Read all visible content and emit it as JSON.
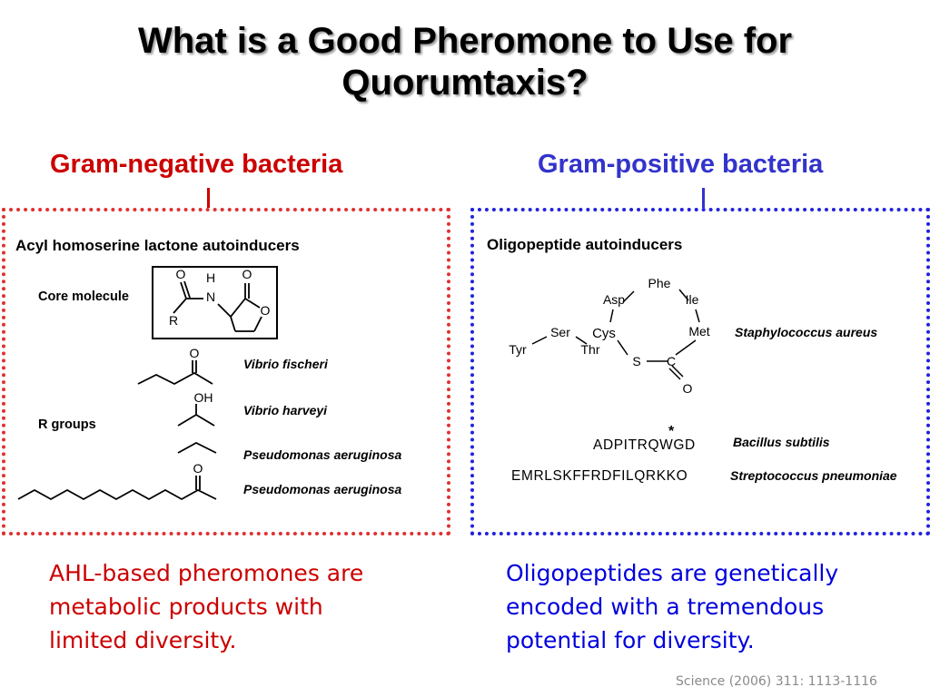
{
  "title": {
    "line1": "What is a Good Pheromone to Use for",
    "line2": "Quorumtaxis?"
  },
  "colors": {
    "gram_negative": "#cc0000",
    "gram_positive": "#3333cc",
    "caption_right": "#0000dd",
    "citation": "#8a8a8a"
  },
  "left_panel": {
    "heading": "Gram-negative bacteria",
    "box_title": "Acyl homoserine lactone autoinducers",
    "core_label": "Core molecule",
    "r_groups_label": "R groups",
    "core_atoms": {
      "o1": "O",
      "h": "H",
      "n": "N",
      "o2": "O",
      "o3": "O",
      "r": "R"
    },
    "r_group_atoms": {
      "o_ketone": "O",
      "oh": "OH",
      "o_long": "O"
    },
    "organisms": [
      "Vibrio fischeri",
      "Vibrio harveyi",
      "Pseudomonas aeruginosa",
      "Pseudomonas aeruginosa"
    ],
    "caption": [
      "AHL-based pheromones are",
      "metabolic products with",
      "limited diversity."
    ]
  },
  "right_panel": {
    "heading": "Gram-positive bacteria",
    "box_title": "Oligopeptide autoinducers",
    "ring_residues": {
      "phe": "Phe",
      "asp": "Asp",
      "ile": "Ile",
      "cys": "Cys",
      "met": "Met",
      "ser": "Ser",
      "tyr": "Tyr",
      "thr": "Thr",
      "s": "S",
      "c": "C",
      "o": "O"
    },
    "organisms": [
      "Staphylococcus aureus",
      "Bacillus subtilis",
      "Streptococcus pneumoniae"
    ],
    "sequences": {
      "bacillus": "ADPITRQWGD",
      "bacillus_mark": "*",
      "strep": "EMRLSKFFRDFILQRKKO"
    },
    "caption": [
      "Oligopeptides are genetically",
      "encoded with a tremendous",
      "potential for diversity."
    ]
  },
  "citation": "Science (2006) 311: 1113-1116"
}
